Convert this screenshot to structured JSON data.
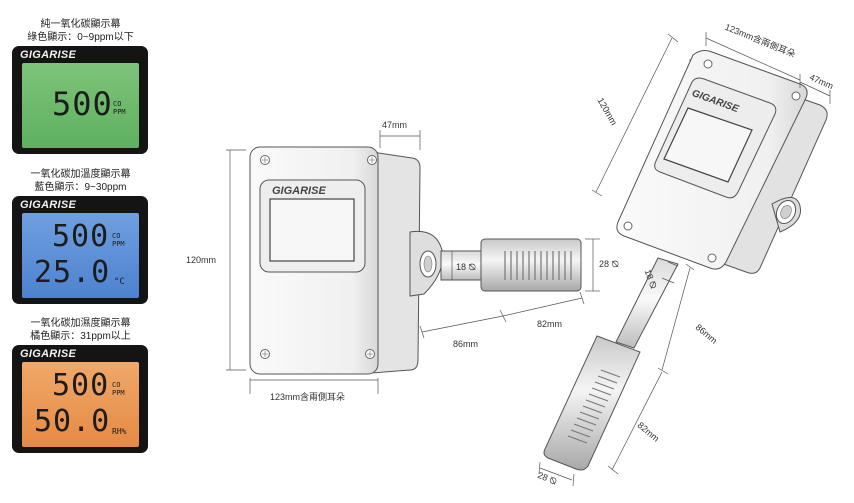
{
  "panels": [
    {
      "caption1": "純一氧化碳顯示幕",
      "caption2": "綠色顯示：0~9ppm以下",
      "brand": "GIGARISE",
      "reading1": "500",
      "unit1a": "CO",
      "unit1b": "PPM",
      "reading2": "",
      "unit2": "",
      "color": "#5fb060"
    },
    {
      "caption1": "一氧化碳加溫度顯示幕",
      "caption2": "藍色顯示：9~30ppm",
      "brand": "GIGARISE",
      "reading1": "500",
      "unit1a": "CO",
      "unit1b": "PPM",
      "reading2": "25.0",
      "unit2": "°C",
      "color": "#4d82cf"
    },
    {
      "caption1": "一氧化碳加濕度顯示幕",
      "caption2": "橘色顯示：31ppm以上",
      "brand": "GIGARISE",
      "reading1": "500",
      "unit1a": "CO",
      "unit1b": "PPM",
      "reading2": "50.0",
      "unit2": "RH%",
      "color": "#e58a45"
    }
  ],
  "front_view": {
    "logo": "GIGARISE",
    "dims": {
      "depth": "47mm",
      "height": "120mm",
      "probe_dia": "18 ⦰",
      "probe_tip_dia": "28 ⦰",
      "probe_len": "86mm",
      "tip_len": "82mm",
      "width": "123mm含兩側耳朵"
    }
  },
  "angled_view": {
    "logo": "GIGARISE",
    "dims": {
      "width": "123mm含兩側耳朵",
      "depth": "47mm",
      "height": "120mm",
      "probe_dia": "18 ⦰",
      "probe_len": "86mm",
      "tip_len": "82mm",
      "tip_dia": "28 ⦰"
    }
  }
}
